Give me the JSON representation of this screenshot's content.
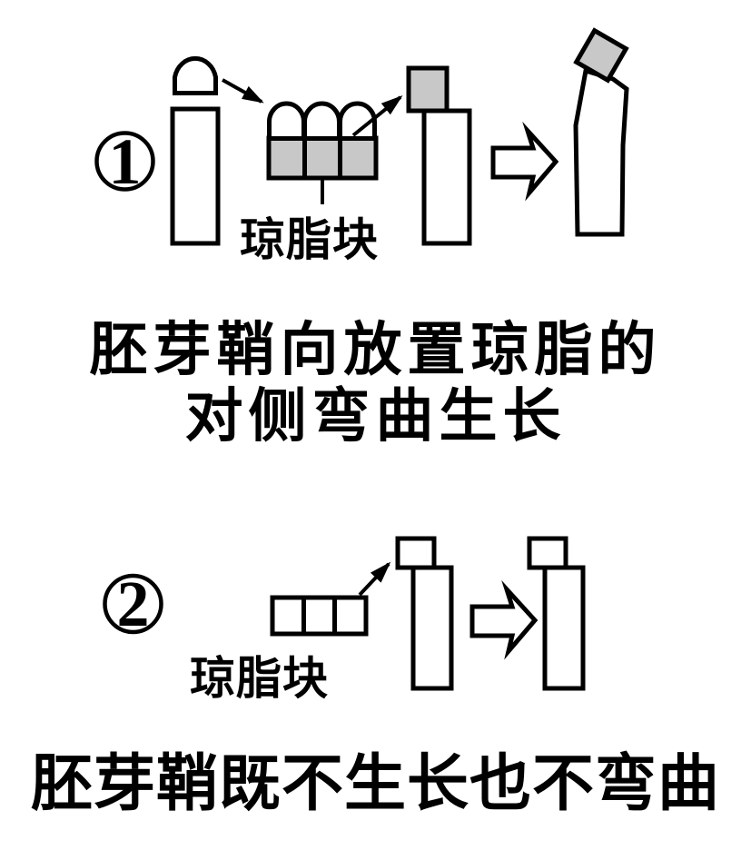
{
  "figure": {
    "experiment1": {
      "step_number": "1",
      "agar_block_label": "琼脂块",
      "caption_line1": "胚芽鞘向放置琼脂的",
      "caption_line2": "对侧弯曲生长"
    },
    "experiment2": {
      "step_number": "2",
      "agar_block_label": "琼脂块",
      "caption": "胚芽鞘既不生长也不弯曲"
    }
  },
  "colors": {
    "agar_gray": "#c8c8c8",
    "outline": "#000000",
    "background": "#ffffff"
  }
}
